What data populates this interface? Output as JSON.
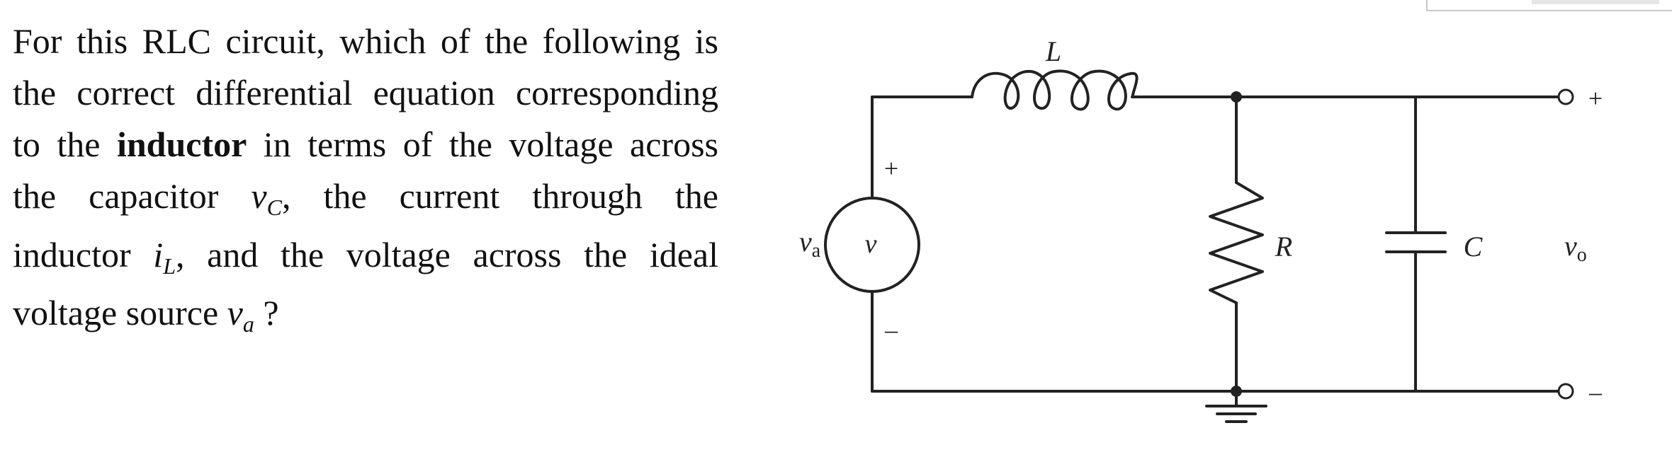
{
  "question": {
    "line1": "For this RLC circuit, which of the following is",
    "line2": "the correct differential equation corresponding",
    "line3_a": "to the ",
    "line3_b": "inductor",
    "line3_c": " in terms of the voltage across",
    "line4_a": "the capacitor ",
    "vc_base": "v",
    "vc_sub": "C",
    "line4_b": ", the current through the",
    "line5_a": "inductor ",
    "il_base": "i",
    "il_sub": "L",
    "line5_b": ", and the voltage across the ideal",
    "line6_a": "voltage source ",
    "va_base": "v",
    "va_sub": "a",
    "line6_b": " ?"
  },
  "circuit": {
    "inductor_label": "L",
    "resistor_label": "R",
    "capacitor_label": "C",
    "source_label_base": "v",
    "source_label_sub": "a",
    "source_symbol": "v",
    "source_plus": "+",
    "source_minus": "–",
    "output_label_base": "v",
    "output_label_sub": "o",
    "output_plus": "+",
    "output_minus": "–"
  },
  "colors": {
    "wire": "#222222",
    "text": "#111111"
  }
}
